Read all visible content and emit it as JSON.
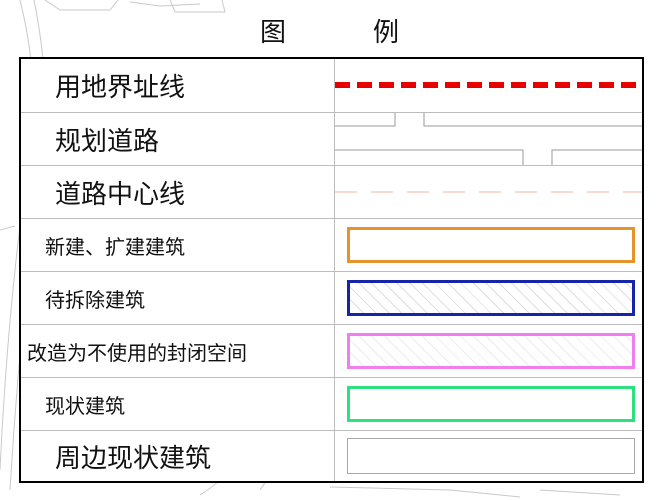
{
  "title": {
    "left": "图",
    "right": "例"
  },
  "legend": [
    {
      "label": "用地界址线",
      "symbol": "dashed-thick-line",
      "color": "#e60000"
    },
    {
      "label": "规划道路",
      "symbol": "road-outline",
      "color": "#9a9a9a"
    },
    {
      "label": "道路中心线",
      "symbol": "dash-centerline",
      "color": "#f2b6a5"
    },
    {
      "label": "新建、扩建建筑",
      "symbol": "outlined-box",
      "color": "#e8922c"
    },
    {
      "label": "待拆除建筑",
      "symbol": "hatched-box",
      "color": "#1524a8"
    },
    {
      "label": "改造为不使用的封闭空间",
      "symbol": "hatched-box",
      "color": "#f07ef0"
    },
    {
      "label": "现状建筑",
      "symbol": "outlined-box",
      "color": "#2fe07f"
    },
    {
      "label": "周边现状建筑",
      "symbol": "outlined-box",
      "color": "#a8a8a8"
    }
  ]
}
